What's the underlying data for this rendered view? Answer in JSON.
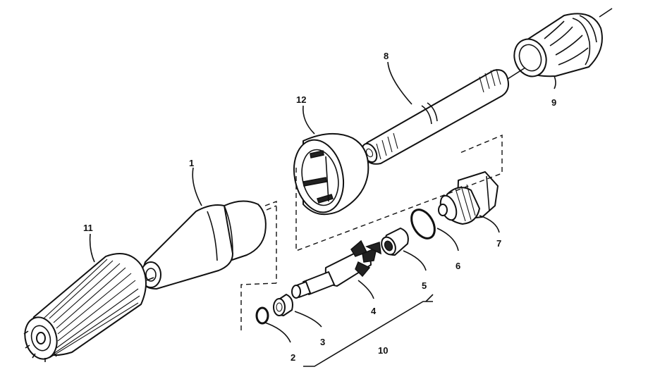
{
  "callouts": {
    "c1": "1",
    "c2": "2",
    "c3": "3",
    "c4": "4",
    "c5": "5",
    "c6": "6",
    "c7": "7",
    "c8": "8",
    "c9": "9",
    "c10": "10",
    "c11": "11",
    "c12": "12"
  },
  "parts": [
    {
      "callout": "1",
      "icon": "nozzle-body"
    },
    {
      "callout": "2",
      "icon": "small-o-ring"
    },
    {
      "callout": "3",
      "icon": "ceramic-seat"
    },
    {
      "callout": "4",
      "icon": "rotor-shaft"
    },
    {
      "callout": "5",
      "icon": "rotor-bearing"
    },
    {
      "callout": "6",
      "icon": "large-o-ring"
    },
    {
      "callout": "7",
      "icon": "threaded-inlet"
    },
    {
      "callout": "8",
      "icon": "extension-tube"
    },
    {
      "callout": "9",
      "icon": "coupling-nut"
    },
    {
      "callout": "10",
      "icon": "bracket-assembly-group"
    },
    {
      "callout": "11",
      "icon": "ribbed-cap"
    },
    {
      "callout": "12",
      "icon": "inner-housing"
    }
  ]
}
